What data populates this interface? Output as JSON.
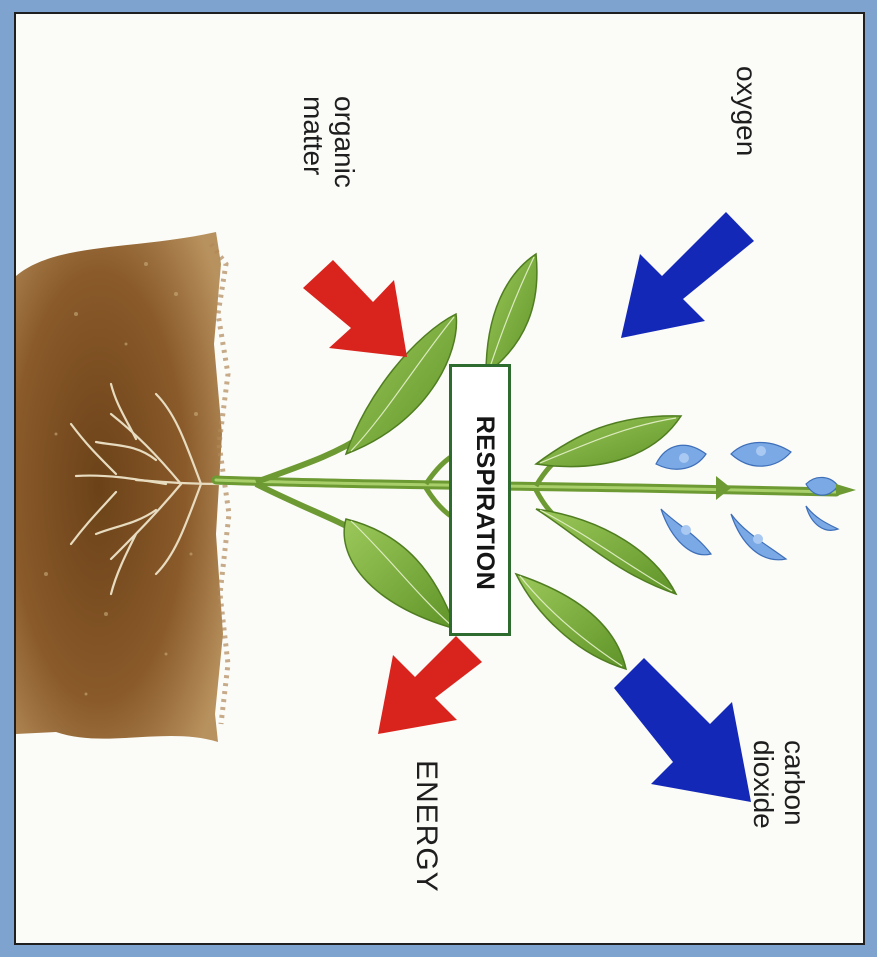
{
  "labels": {
    "organic_matter": [
      "organic",
      "matter"
    ],
    "oxygen": "oxygen",
    "carbon_dioxide": [
      "carbon",
      "dioxide"
    ],
    "energy": "ENERGY",
    "respiration": "RESPIRATION"
  },
  "colors": {
    "frame_blue": "#7fa3cf",
    "red_arrow": "#d8241c",
    "blue_arrow": "#1428b8",
    "leaf_green": "#7fb03a",
    "stem_green": "#6d9a32",
    "soil_brown": "#8a5a2a",
    "flower_blue": "#6d9fe0",
    "box_border": "#2e6b2e"
  },
  "icons": [
    "plant-icon",
    "soil-icon",
    "roots-icon",
    "flower-icon"
  ]
}
